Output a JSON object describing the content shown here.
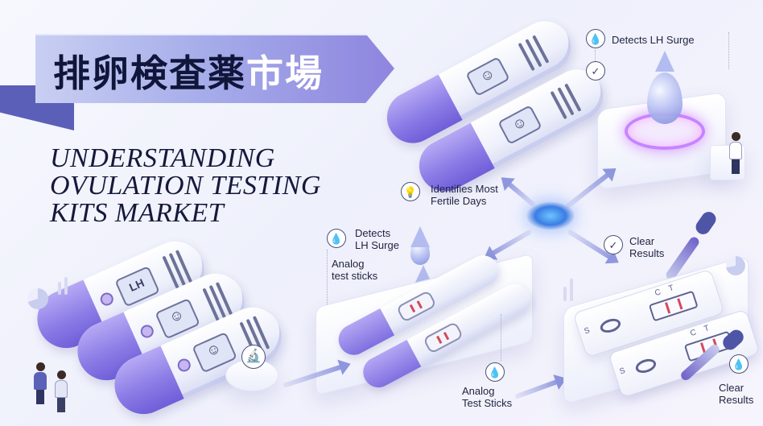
{
  "title": {
    "japanese_dark": "排卵検査薬",
    "japanese_light": "市場"
  },
  "subtitle": {
    "line1": "UNDERSTANDING",
    "line2": "OVULATION TESTING",
    "line3": "KITS MARKET"
  },
  "labels": {
    "detects_lh_top": "Detects LH Surge",
    "identifies_line1": "Identifies Most",
    "identifies_line2": "Fertile Days",
    "detects_mid_line1": "Detects",
    "detects_mid_line2": "LH Surge",
    "analog_mid_line1": "Analog",
    "analog_mid_line2": "test sticks",
    "clear_mid_line1": "Clear",
    "clear_mid_line2": "Results",
    "analog_bottom_line1": "Analog",
    "analog_bottom_line2": "Test Sticks",
    "clear_bottom_line1": "Clear",
    "clear_bottom_line2": "Results"
  },
  "device_text": {
    "lh_window": "LH",
    "cassette_c": "C",
    "cassette_t": "T",
    "cassette_s": "S"
  },
  "icons": {
    "drop": "water-drop-icon",
    "shield": "shield-check-icon",
    "bulb": "lightbulb-icon",
    "check": "check-circle-icon",
    "drops": "double-drop-icon",
    "microscope": "microscope-icon"
  },
  "colors": {
    "accent_purple": "#8a7be6",
    "banner_light": "#c9cff2",
    "result_line": "#d8475b",
    "hub_blue": "#3a7de4"
  }
}
